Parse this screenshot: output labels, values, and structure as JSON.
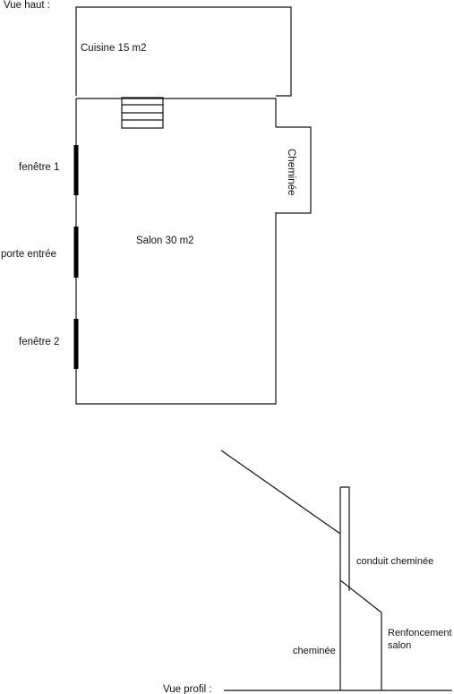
{
  "top_view": {
    "title": "Vue haut :",
    "kitchen_label": "Cuisine 15 m2",
    "living_label": "Salon 30 m2",
    "fireplace_label": "Cheminée",
    "window1_label": "fenêtre 1",
    "door_label": "porte entrée",
    "window2_label": "fenêtre 2"
  },
  "side_view": {
    "title": "Vue profil :",
    "flue_label": "conduit cheminée",
    "recess_label_line1": "Renfoncement",
    "recess_label_line2": "salon",
    "fireplace_label": "cheminée"
  }
}
